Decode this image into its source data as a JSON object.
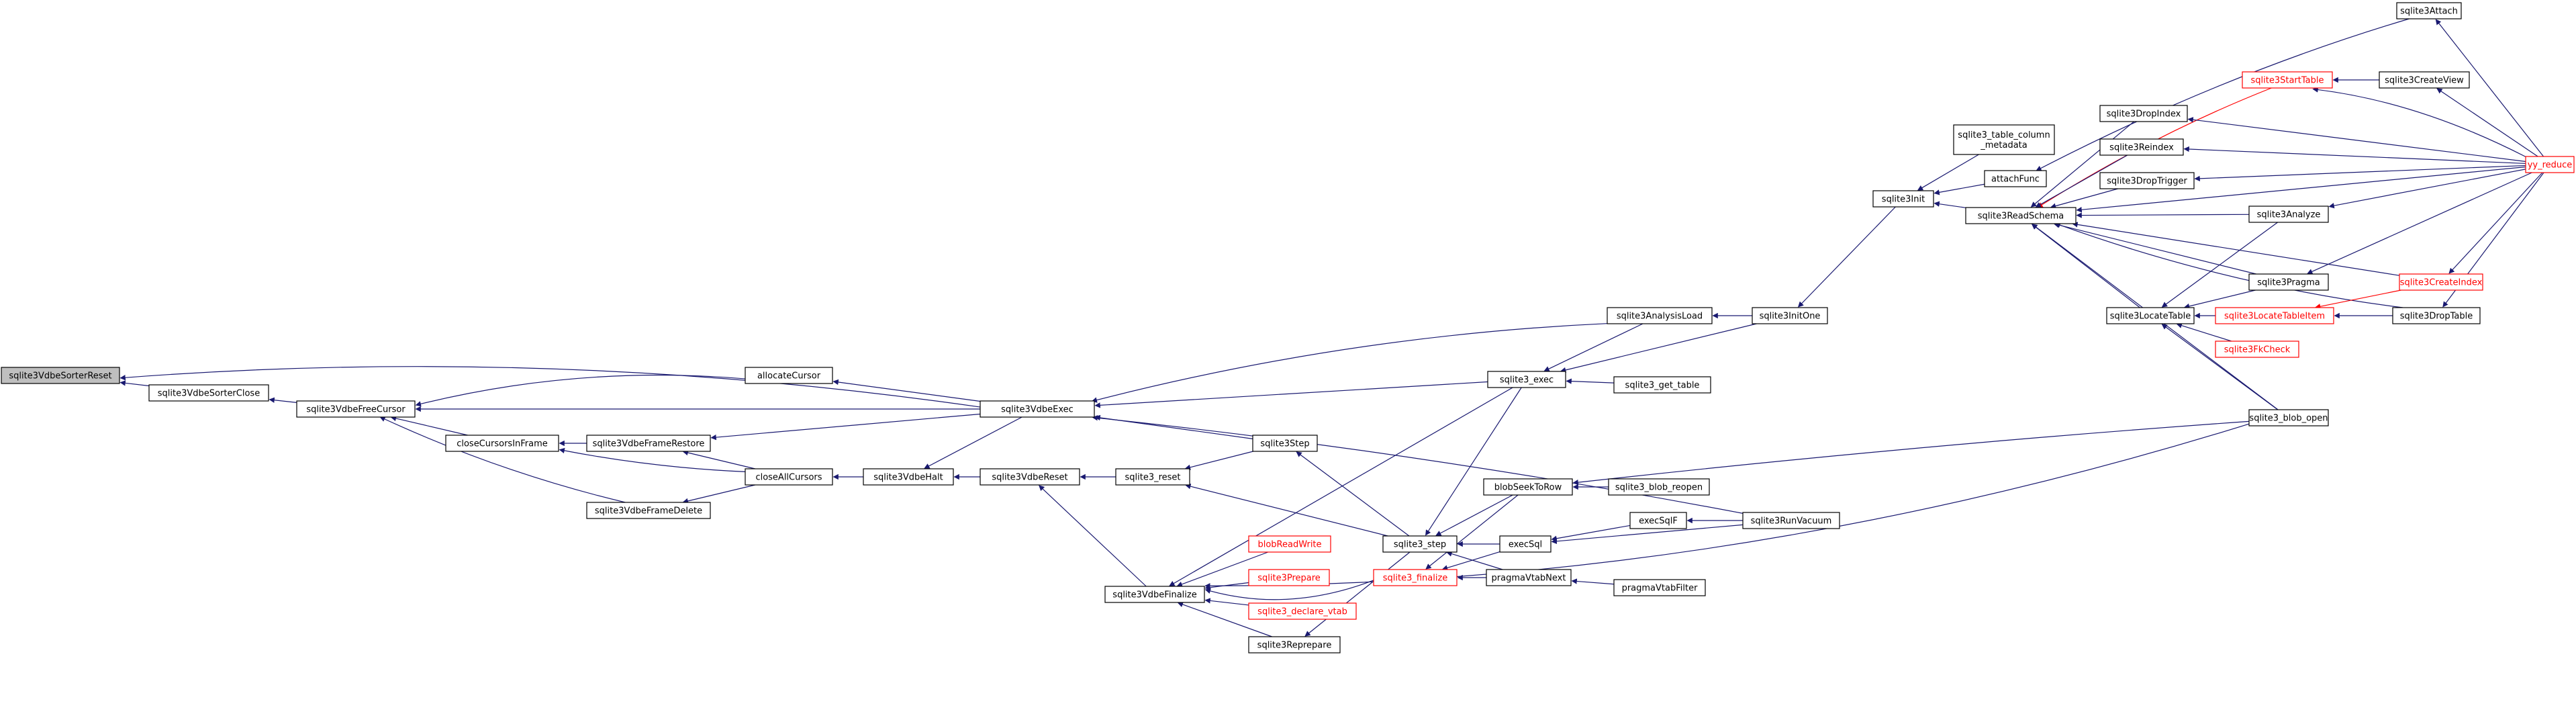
{
  "graph": {
    "nodes": [
      {
        "id": "n0",
        "label": "sqlite3VdbeSorterReset"
      },
      {
        "id": "n1",
        "label": "sqlite3VdbeSorterClose"
      },
      {
        "id": "n2",
        "label": "sqlite3VdbeFreeCursor"
      },
      {
        "id": "n3",
        "label": "allocateCursor"
      },
      {
        "id": "n4",
        "label": "sqlite3VdbeExec"
      },
      {
        "id": "n5",
        "label": "closeCursorsInFrame"
      },
      {
        "id": "n6",
        "label": "sqlite3VdbeFrameRestore"
      },
      {
        "id": "n7",
        "label": "closeAllCursors"
      },
      {
        "id": "n8",
        "label": "sqlite3VdbeFrameDelete"
      },
      {
        "id": "n9",
        "label": "sqlite3VdbeHalt"
      },
      {
        "id": "n10",
        "label": "sqlite3VdbeReset"
      },
      {
        "id": "n11",
        "label": "sqlite3_reset"
      },
      {
        "id": "n12",
        "label": "sqlite3Step"
      },
      {
        "id": "n13",
        "label": "sqlite3VdbeFinalize"
      },
      {
        "id": "n14",
        "label": "blobReadWrite"
      },
      {
        "id": "n15",
        "label": "sqlite3Prepare"
      },
      {
        "id": "n16",
        "label": "sqlite3_declare_vtab"
      },
      {
        "id": "n17",
        "label": "sqlite3Reprepare"
      },
      {
        "id": "n18",
        "label": "sqlite3_step"
      },
      {
        "id": "n19",
        "label": "sqlite3_finalize"
      },
      {
        "id": "n20",
        "label": "blobSeekToRow"
      },
      {
        "id": "n21",
        "label": "execSql"
      },
      {
        "id": "n22",
        "label": "pragmaVtabNext"
      },
      {
        "id": "n23",
        "label": "sqlite3_exec"
      },
      {
        "id": "n24",
        "label": "sqlite3AnalysisLoad"
      },
      {
        "id": "n25",
        "label": "sqlite3_get_table"
      },
      {
        "id": "n26",
        "label": "sqlite3_blob_reopen"
      },
      {
        "id": "n27",
        "label": "execSqlF"
      },
      {
        "id": "n28",
        "label": "sqlite3RunVacuum"
      },
      {
        "id": "n29",
        "label": "pragmaVtabFilter"
      },
      {
        "id": "n30",
        "label": "sqlite3InitOne"
      },
      {
        "id": "n31",
        "label": "sqlite3Init"
      },
      {
        "id": "n32",
        "label": "sqlite3_table_column\n_metadata"
      },
      {
        "id": "n33",
        "label": "attachFunc"
      },
      {
        "id": "n34",
        "label": "sqlite3ReadSchema"
      },
      {
        "id": "n35",
        "label": "sqlite3Attach"
      },
      {
        "id": "n36",
        "label": "sqlite3StartTable"
      },
      {
        "id": "n37",
        "label": "sqlite3CreateView"
      },
      {
        "id": "n38",
        "label": "sqlite3DropIndex"
      },
      {
        "id": "n39",
        "label": "sqlite3Reindex"
      },
      {
        "id": "n40",
        "label": "sqlite3DropTrigger"
      },
      {
        "id": "n41",
        "label": "yy_reduce"
      },
      {
        "id": "n42",
        "label": "sqlite3Analyze"
      },
      {
        "id": "n43",
        "label": "sqlite3Pragma"
      },
      {
        "id": "n44",
        "label": "sqlite3CreateIndex"
      },
      {
        "id": "n45",
        "label": "sqlite3LocateTable"
      },
      {
        "id": "n46",
        "label": "sqlite3LocateTableItem"
      },
      {
        "id": "n47",
        "label": "sqlite3DropTable"
      },
      {
        "id": "n48",
        "label": "sqlite3FkCheck"
      },
      {
        "id": "n49",
        "label": "sqlite3_blob_open"
      }
    ]
  }
}
